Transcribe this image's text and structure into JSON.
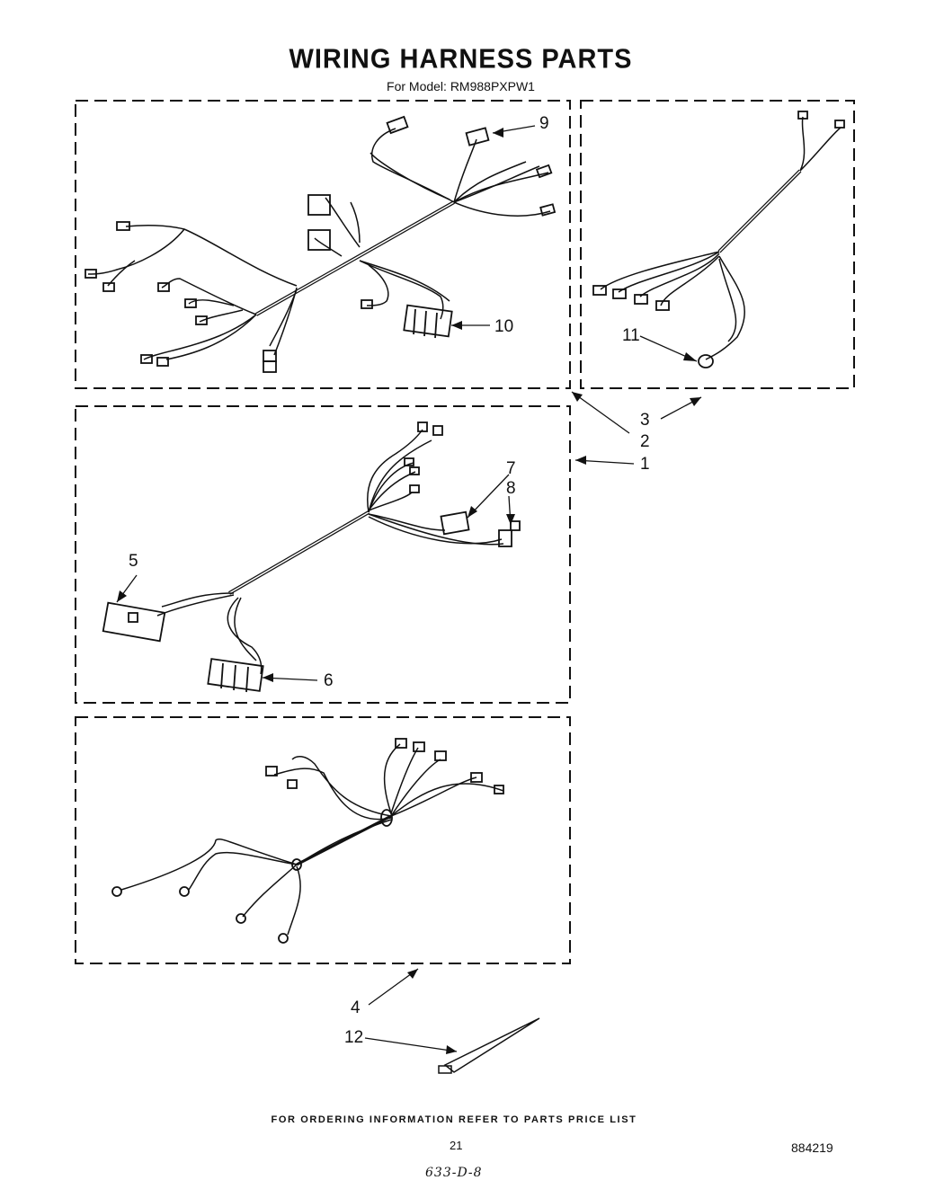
{
  "title": "WIRING HARNESS PARTS",
  "subtitle": "For Model: RM988PXPW1",
  "callouts": [
    "9",
    "10",
    "11",
    "3",
    "2",
    "1",
    "7",
    "8",
    "5",
    "6",
    "4",
    "12"
  ],
  "footer": {
    "ordering_info": "FOR ORDERING INFORMATION REFER TO PARTS PRICE LIST",
    "page_number": "21",
    "document_number": "884219",
    "handwritten_note": "633-D-8"
  }
}
